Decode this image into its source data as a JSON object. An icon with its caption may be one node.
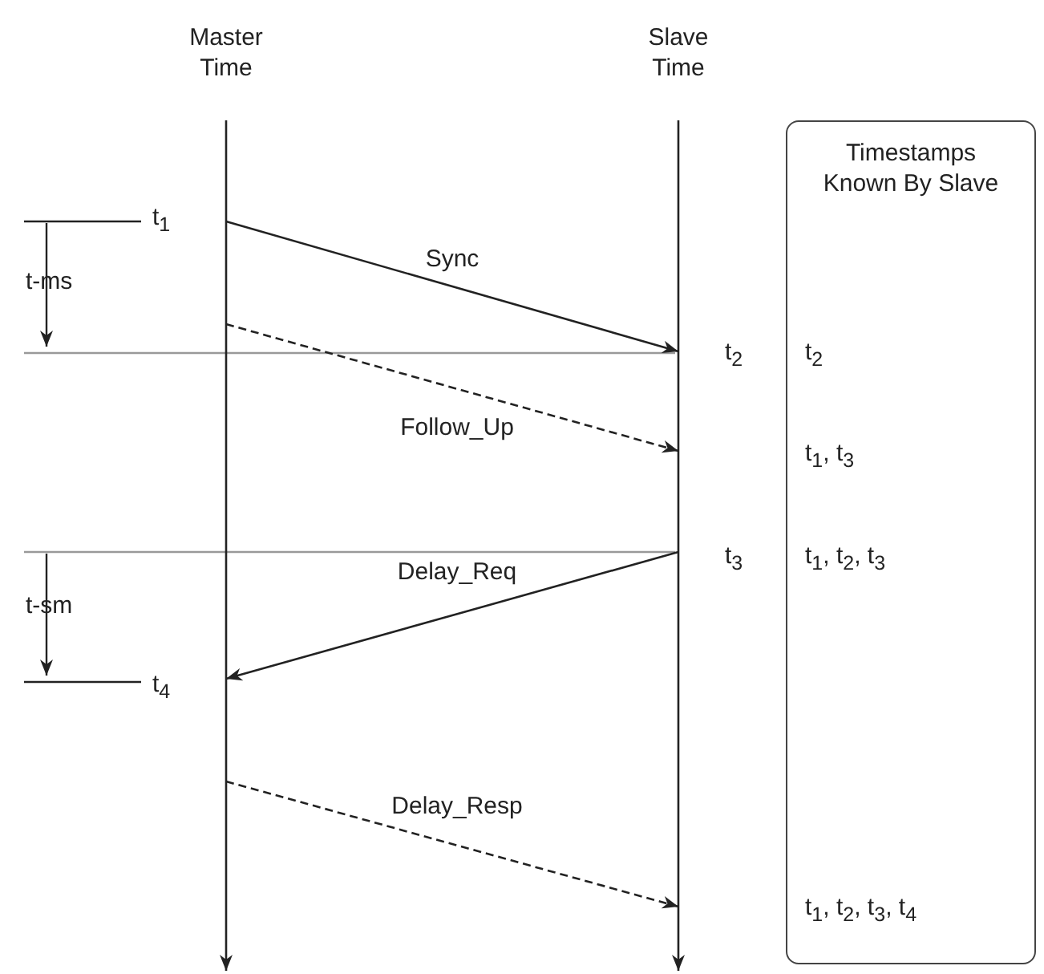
{
  "diagram": {
    "nodes": [
      {
        "text": [
          "Master Time"
        ]
      },
      {
        "text": [
          "Slave Time"
        ]
      },
      {
        "text": [
          "Timestamps Known By Slave"
        ]
      }
    ],
    "edges": [
      {
        "from": 0,
        "to": 1,
        "arrow": "to",
        "label": "Sync"
      },
      {
        "from": 0,
        "to": 1,
        "arrow": "to",
        "label": "Follow_Up",
        "style": "dashed"
      },
      {
        "from": 1,
        "to": 0,
        "arrow": "to",
        "label": "Delay_Req"
      },
      {
        "from": 0,
        "to": 1,
        "arrow": "to",
        "label": "Delay_Resp",
        "style": "dashed"
      }
    ],
    "labels": [
      "t$_{1}$",
      "t-ms",
      "t$_{2}$",
      "t$_{2}$",
      "t$_{1}$, t$_{3}$",
      "t$_{3}$",
      "t$_{1}$, t$_{2}$, t$_{3}$",
      "t-sm",
      "t$_{4}$",
      "t$_{1}$, t$_{2}$, t$_{3}$, t$_{4}$"
    ]
  }
}
